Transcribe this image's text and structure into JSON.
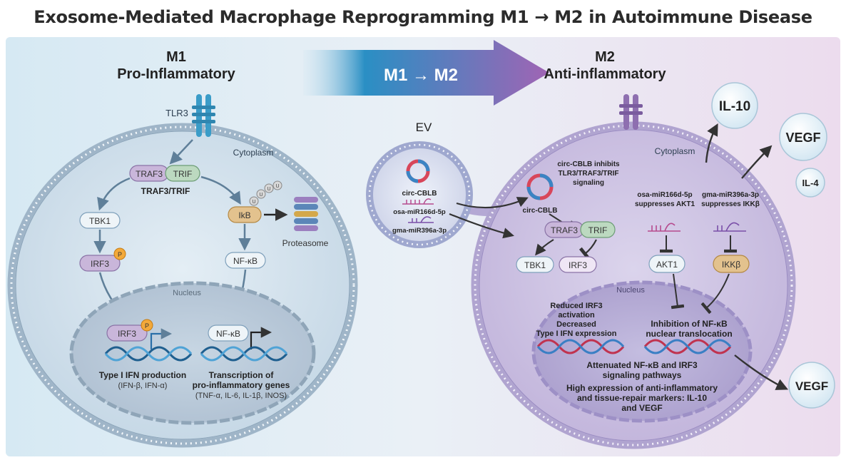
{
  "title": "Exosome-Mediated Macrophage Reprogramming M1 → M2 in Autoimmune Disease",
  "transition_label": "M1 → M2",
  "m1": {
    "heading": "M1",
    "subheading": "Pro-Inflammatory",
    "receptor": "TLR3",
    "cytoplasm": "Cytoplasm",
    "traf3": "TRAF3",
    "trif": "TRIF",
    "complex_label": "TRAF3/TRIF",
    "tbk1": "TBK1",
    "irf3": "IRF3",
    "phospho": "P",
    "ikb": "IkB",
    "ubiquitin": "U",
    "proteasome": "Proteasome",
    "nfkb": "NF-κB",
    "nucleus": "Nucleus",
    "nuc_irf3": "IRF3",
    "nuc_nfkb": "NF-κB",
    "ifn_title": "Type I IFN production",
    "ifn_detail": "(IFN-β, IFN-α)",
    "tx_title1": "Transcription of",
    "tx_title2": "pro-inflammatory genes",
    "tx_detail": "(TNF-α, IL-6, IL-1β, INOS)"
  },
  "ev": {
    "label": "EV",
    "circ": "circ-CBLB",
    "mir1": "osa-miR166d-5p",
    "mir2": "gma-miR396a-3p"
  },
  "m2": {
    "heading": "M2",
    "subheading": "Anti-inflammatory",
    "cytoplasm": "Cytoplasm",
    "circ": "circ-CBLB",
    "circ_note": [
      "circ-CBLB inhibits",
      "TLR3/TRAF3/TRIF",
      "signaling"
    ],
    "mir1_note": [
      "osa-miR166d-5p",
      "suppresses AKT1"
    ],
    "mir2_note": [
      "gma-miR396a-3p",
      "suppresses IKKβ"
    ],
    "traf3": "TRAF3",
    "trif": "TRIF",
    "tbk1": "TBK1",
    "irf3": "IRF3",
    "akt1": "AKT1",
    "ikkb": "IKKβ",
    "nucleus": "Nucleus",
    "reduced": [
      "Reduced IRF3",
      "activation",
      "Decreased",
      "Type I IFN expression"
    ],
    "inhibition": [
      "Inhibition of NF-κB",
      "nuclear translocation"
    ],
    "attenuated": [
      "Attenuated NF-κB and IRF3",
      "signaling pathways"
    ],
    "high_expr": [
      "High expression of anti-inflammatory",
      "and tissue-repair markers: IL-10",
      "and VEGF"
    ]
  },
  "secreted": {
    "il10": "IL-10",
    "vegf_top": "VEGF",
    "il4": "IL-4",
    "vegf_bottom": "VEGF"
  },
  "colors": {
    "m1_background": "#dcecf4",
    "m2_background": "#e9def0",
    "arrow_start": "#2a8fc4",
    "arrow_end": "#a064b4",
    "receptor": "#3a9cc8",
    "m2_receptor": "#8e6fb0",
    "traf3": "#c9b6da",
    "trif": "#bcd9c0",
    "ikb": "#e3c28e",
    "phospho": "#f3a93a"
  }
}
